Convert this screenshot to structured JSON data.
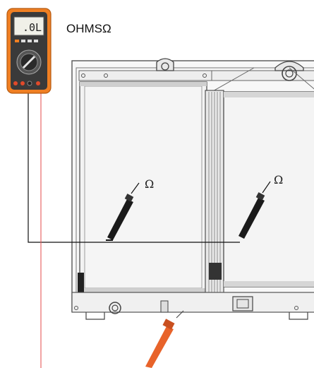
{
  "meter": {
    "display_text": ".0L",
    "label": "OHMSΩ",
    "body_color": "#f07f22",
    "icon": "multimeter-icon"
  },
  "probes": [
    {
      "label": "Ω",
      "color": "#1a1a1a",
      "icon": "probe-icon"
    },
    {
      "label": "Ω",
      "color": "#1a1a1a",
      "icon": "probe-icon"
    },
    {
      "label": "",
      "color": "#e8632a",
      "icon": "probe-icon"
    }
  ],
  "lead_colors": {
    "black": "#111111",
    "red": "#e65a5a"
  },
  "radiator_icon": "radiator-icon"
}
